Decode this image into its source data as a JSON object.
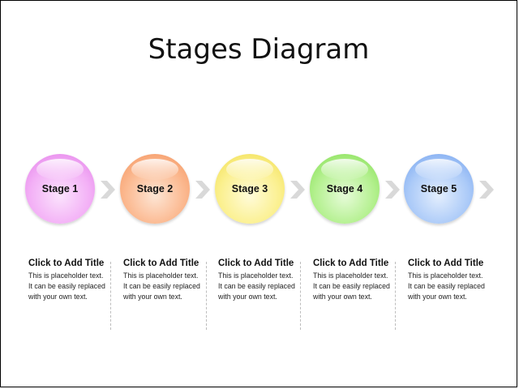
{
  "title": "Stages Diagram",
  "stages": [
    {
      "label": "Stage 1",
      "color": "#f3b0f6"
    },
    {
      "label": "Stage 2",
      "color": "#fbb88f"
    },
    {
      "label": "Stage 3",
      "color": "#fbf08f"
    },
    {
      "label": "Stage 4",
      "color": "#b3f08e"
    },
    {
      "label": "Stage 5",
      "color": "#abcaf8"
    }
  ],
  "text_blocks": [
    {
      "title": "Click to Add Title",
      "lines": [
        "This is placeholder text.",
        "It can be easily replaced",
        "with your own text."
      ]
    },
    {
      "title": "Click to Add Title",
      "lines": [
        "This is placeholder text.",
        "It can be easily replaced",
        "with your own text."
      ]
    },
    {
      "title": "Click to Add Title",
      "lines": [
        "This is placeholder text.",
        "It can be easily replaced",
        "with your own text."
      ]
    },
    {
      "title": "Click to Add Title",
      "lines": [
        "This is placeholder text.",
        "It can be easily replaced",
        "with your own text."
      ]
    },
    {
      "title": "Click to Add Title",
      "lines": [
        "This is placeholder text.",
        "It can be easily replaced",
        "with your own text."
      ]
    }
  ],
  "arrow_color": "#d9d9d9"
}
